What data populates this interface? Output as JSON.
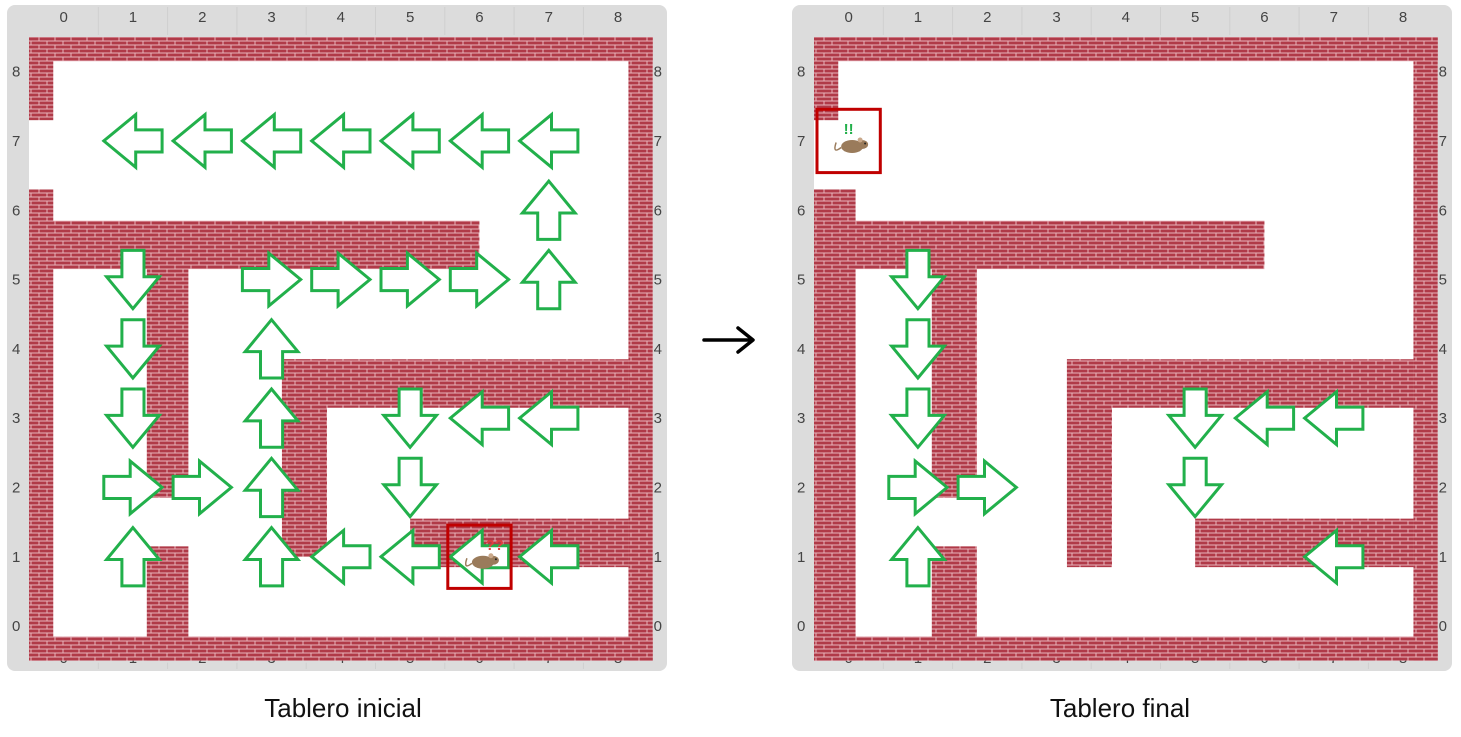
{
  "grid": {
    "cols": [
      "0",
      "1",
      "2",
      "3",
      "4",
      "5",
      "6",
      "7",
      "8"
    ],
    "rows": [
      "0",
      "1",
      "2",
      "3",
      "4",
      "5",
      "6",
      "7",
      "8"
    ]
  },
  "colors": {
    "frame": "#dcdcdc",
    "wall": "#b03a48",
    "mortar": "#e8b4bb",
    "arrow": "#22b04b",
    "highlight": "#c00000",
    "mouse": "#9a7b5b",
    "mark_question": "#e04040",
    "mark_exclaim": "#22b04b"
  },
  "board_initial": {
    "caption": "Tablero inicial",
    "mouse": {
      "col": 6,
      "row": 1,
      "mark": "??"
    },
    "walls": [
      [
        0,
        0,
        9,
        0.35
      ],
      [
        0,
        8.65,
        9,
        0.35
      ],
      [
        8.65,
        0,
        0.35,
        9
      ],
      [
        0,
        0,
        0.35,
        6.8
      ],
      [
        0,
        7.8,
        0.35,
        1.2
      ],
      [
        0.3,
        5.65,
        6.2,
        0.7
      ],
      [
        1.7,
        2.35,
        0.6,
        3.3
      ],
      [
        1.7,
        0,
        0.6,
        1.65
      ],
      [
        3.65,
        1.5,
        0.65,
        2.85
      ],
      [
        3.65,
        3.65,
        5.0,
        0.7
      ],
      [
        5.5,
        1.35,
        3.15,
        0.7
      ]
    ],
    "arrows": [
      {
        "col": 1,
        "row": 7,
        "dir": "left"
      },
      {
        "col": 2,
        "row": 7,
        "dir": "left"
      },
      {
        "col": 3,
        "row": 7,
        "dir": "left"
      },
      {
        "col": 4,
        "row": 7,
        "dir": "left"
      },
      {
        "col": 5,
        "row": 7,
        "dir": "left"
      },
      {
        "col": 6,
        "row": 7,
        "dir": "left"
      },
      {
        "col": 7,
        "row": 7,
        "dir": "left"
      },
      {
        "col": 7,
        "row": 6,
        "dir": "up"
      },
      {
        "col": 1,
        "row": 5,
        "dir": "down"
      },
      {
        "col": 3,
        "row": 5,
        "dir": "right"
      },
      {
        "col": 4,
        "row": 5,
        "dir": "right"
      },
      {
        "col": 5,
        "row": 5,
        "dir": "right"
      },
      {
        "col": 6,
        "row": 5,
        "dir": "right"
      },
      {
        "col": 7,
        "row": 5,
        "dir": "up"
      },
      {
        "col": 1,
        "row": 4,
        "dir": "down"
      },
      {
        "col": 3,
        "row": 4,
        "dir": "up"
      },
      {
        "col": 1,
        "row": 3,
        "dir": "down"
      },
      {
        "col": 3,
        "row": 3,
        "dir": "up"
      },
      {
        "col": 5,
        "row": 3,
        "dir": "down"
      },
      {
        "col": 6,
        "row": 3,
        "dir": "left"
      },
      {
        "col": 7,
        "row": 3,
        "dir": "left"
      },
      {
        "col": 1,
        "row": 2,
        "dir": "right"
      },
      {
        "col": 2,
        "row": 2,
        "dir": "right"
      },
      {
        "col": 3,
        "row": 2,
        "dir": "up"
      },
      {
        "col": 5,
        "row": 2,
        "dir": "down"
      },
      {
        "col": 1,
        "row": 1,
        "dir": "up"
      },
      {
        "col": 3,
        "row": 1,
        "dir": "up"
      },
      {
        "col": 4,
        "row": 1,
        "dir": "left"
      },
      {
        "col": 5,
        "row": 1,
        "dir": "left"
      },
      {
        "col": 6,
        "row": 1,
        "dir": "left"
      },
      {
        "col": 7,
        "row": 1,
        "dir": "left"
      }
    ]
  },
  "board_final": {
    "caption": "Tablero final",
    "mouse": {
      "col": 0,
      "row": 7,
      "mark": "!!"
    },
    "walls": [
      [
        0,
        0,
        9,
        0.35
      ],
      [
        0,
        8.65,
        9,
        0.35
      ],
      [
        8.65,
        0,
        0.35,
        9
      ],
      [
        0,
        0,
        0.6,
        6.8
      ],
      [
        0,
        7.8,
        0.35,
        1.2
      ],
      [
        0.3,
        5.65,
        6.2,
        0.7
      ],
      [
        1.7,
        2.35,
        0.65,
        3.3
      ],
      [
        1.7,
        0,
        0.65,
        1.65
      ],
      [
        3.65,
        1.35,
        0.65,
        3.0
      ],
      [
        3.65,
        3.65,
        5.0,
        0.7
      ],
      [
        5.5,
        1.35,
        3.15,
        0.7
      ]
    ],
    "arrows": [
      {
        "col": 1,
        "row": 5,
        "dir": "down"
      },
      {
        "col": 1,
        "row": 4,
        "dir": "down"
      },
      {
        "col": 1,
        "row": 3,
        "dir": "down"
      },
      {
        "col": 5,
        "row": 3,
        "dir": "down"
      },
      {
        "col": 6,
        "row": 3,
        "dir": "left"
      },
      {
        "col": 7,
        "row": 3,
        "dir": "left"
      },
      {
        "col": 1,
        "row": 2,
        "dir": "right"
      },
      {
        "col": 2,
        "row": 2,
        "dir": "right"
      },
      {
        "col": 5,
        "row": 2,
        "dir": "down"
      },
      {
        "col": 1,
        "row": 1,
        "dir": "up"
      },
      {
        "col": 7,
        "row": 1,
        "dir": "left"
      }
    ]
  }
}
